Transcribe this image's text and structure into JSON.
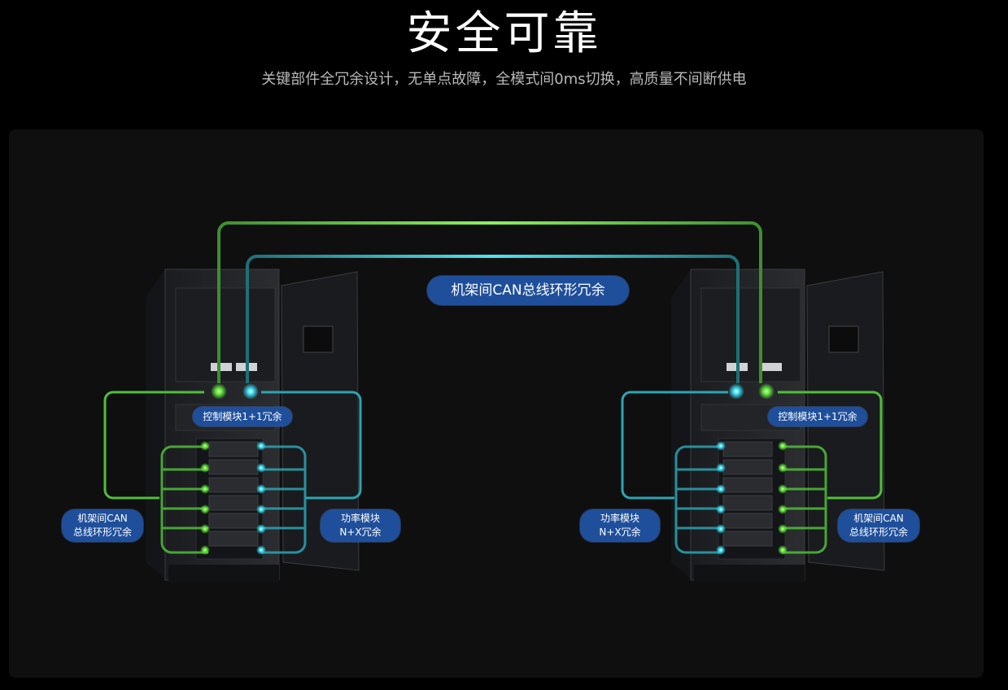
{
  "header": {
    "title": "安全可靠",
    "subtitle": "关键部件全冗余设计，无单点故障，全模式间0ms切换，高质量不间断供电"
  },
  "diagram": {
    "center_label": "机架间CAN总线环形冗余",
    "left": {
      "control_label": "控制模块1+1冗余",
      "can_label_line1": "机架间CAN",
      "can_label_line2": "总线环形冗余",
      "power_label_line1": "功率模块",
      "power_label_line2": "N+X冗余"
    },
    "right": {
      "control_label": "控制模块1+1冗余",
      "can_label_line1": "机架间CAN",
      "can_label_line2": "总线环形冗余",
      "power_label_line1": "功率模块",
      "power_label_line2": "N+X冗余"
    }
  },
  "colors": {
    "green_bus": "#4fbf3a",
    "cyan_bus": "#2aa6b3",
    "label_bg": "#1f4f9b"
  }
}
